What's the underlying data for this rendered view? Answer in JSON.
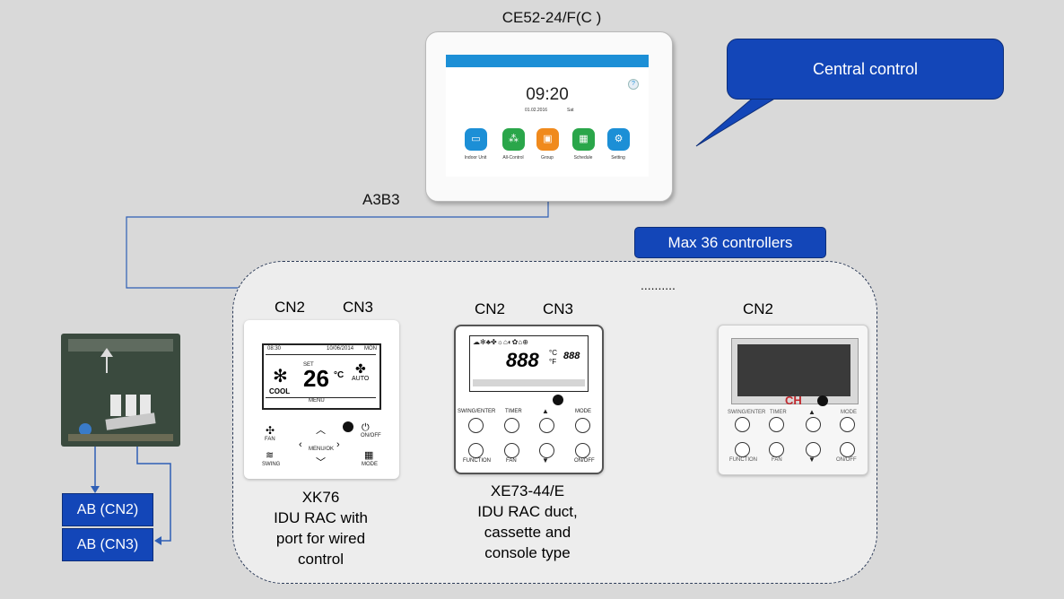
{
  "model_top": "CE52-24/F(C )",
  "tablet": {
    "time": "09:20",
    "date": "01.02.2016",
    "day": "Sat",
    "help": "?",
    "icons": [
      {
        "label": "Indoor Unit",
        "color": "#1c8fd6",
        "icon": "indoor-unit-icon"
      },
      {
        "label": "All-Control",
        "color": "#2aa64a",
        "icon": "all-control-icon"
      },
      {
        "label": "Group",
        "color": "#f08a1d",
        "icon": "group-icon"
      },
      {
        "label": "Schedule",
        "color": "#2aa64a",
        "icon": "schedule-icon"
      },
      {
        "label": "Setting",
        "color": "#1c8fd6",
        "icon": "setting-icon"
      }
    ]
  },
  "callout": "Central control",
  "bus_label": "A3B3",
  "max_label": "Max 36 controllers",
  "dots": "..........",
  "ports": {
    "cn2": "CN2",
    "cn3": "CN3"
  },
  "pcb_ports": [
    "AB (CN2)",
    "AB (CN3)"
  ],
  "xk76": {
    "caption": [
      "XK76",
      "IDU RAC with",
      "port for wired",
      "control"
    ],
    "time": "08:30",
    "date": "10/06/2014",
    "weekday": "MON",
    "temp": "26",
    "unit": "°C",
    "set": "SET",
    "mode": "COOL",
    "fan": "AUTO",
    "menu": "MENU",
    "buttons": [
      "FAN",
      "MENU/OK",
      "ON/OFF",
      "SWING",
      "MODE"
    ]
  },
  "xe73": {
    "caption": [
      "XE73-44/E",
      "IDU RAC duct,",
      "cassette and",
      "console type"
    ],
    "temp": "888",
    "unit_c": "°C",
    "unit_f": "°F",
    "small": "888",
    "buttons": [
      "SWING/ENTER",
      "TIMER",
      "▲",
      "MODE",
      "FUNCTION",
      "FAN",
      "▼",
      "ON/OFF"
    ]
  },
  "third": {
    "buttons": [
      "SWING/ENTER",
      "TIMER",
      "▲",
      "MODE",
      "FUNCTION",
      "FAN",
      "▼",
      "ON/OFF"
    ]
  }
}
